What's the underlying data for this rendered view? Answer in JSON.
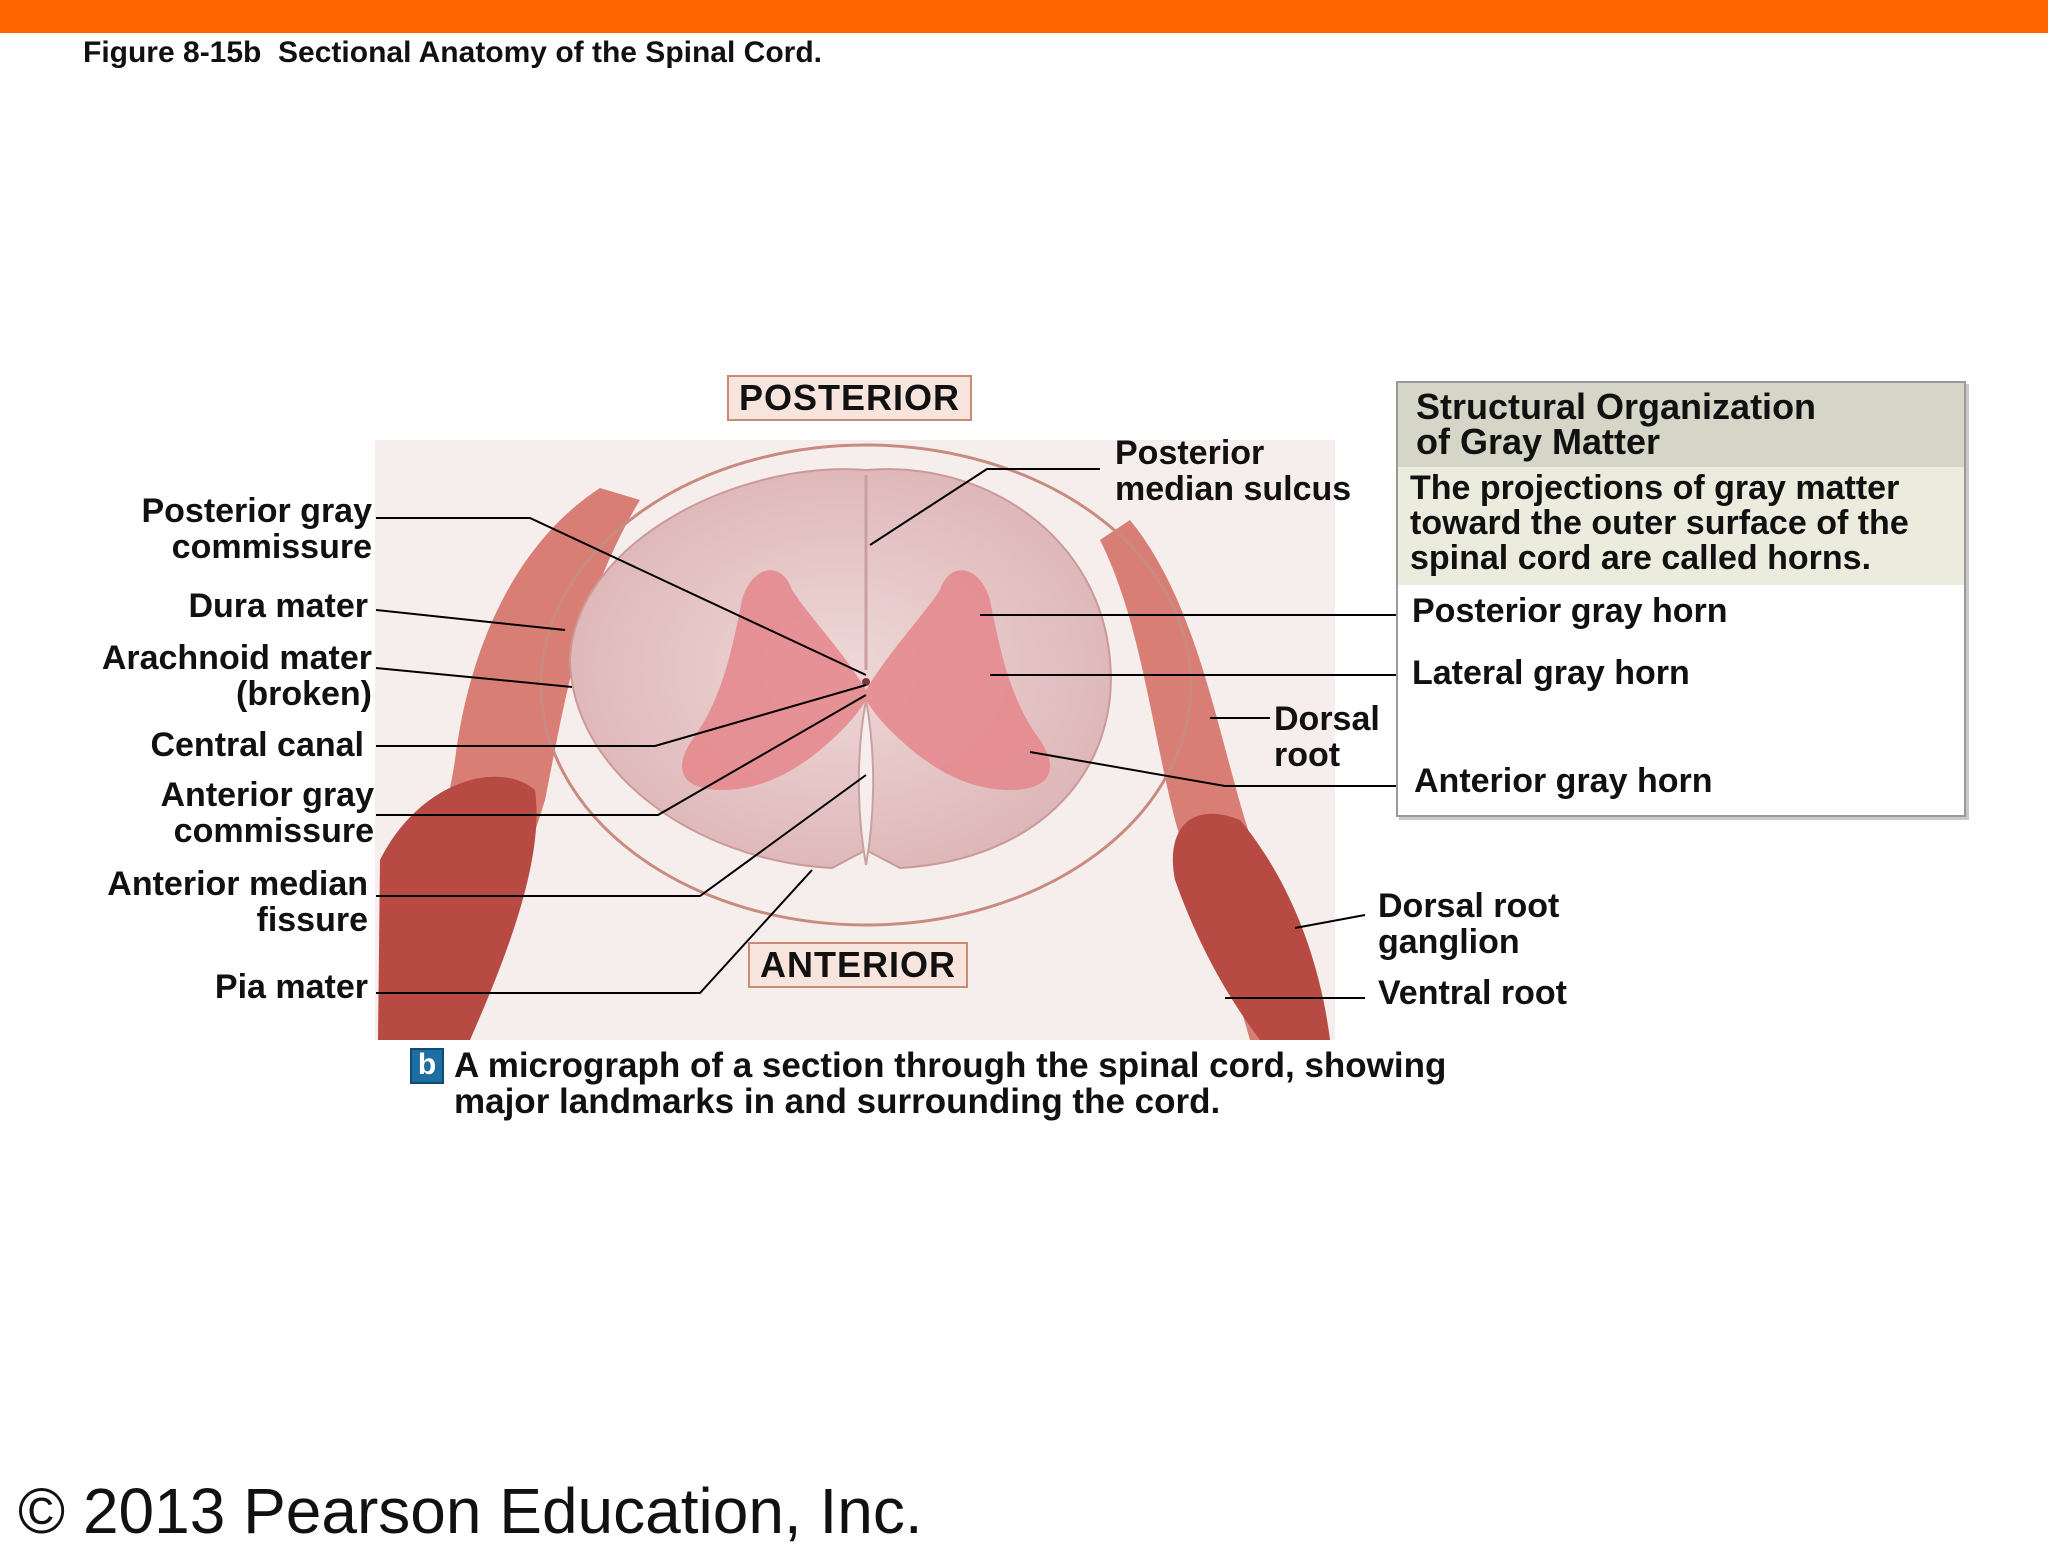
{
  "figure_title": "Figure 8-15b  Sectional Anatomy of the Spinal Cord.",
  "orientation": {
    "posterior": "POSTERIOR",
    "anterior": "ANTERIOR"
  },
  "left_labels": {
    "posterior_gray_commissure": [
      "Posterior gray",
      "commissure"
    ],
    "dura_mater": "Dura mater",
    "arachnoid_mater": [
      "Arachnoid mater",
      "(broken)"
    ],
    "central_canal": "Central canal",
    "anterior_gray_commissure": [
      "Anterior gray",
      "commissure"
    ],
    "anterior_median_fissure": [
      "Anterior median",
      "fissure"
    ],
    "pia_mater": "Pia mater"
  },
  "right_labels": {
    "posterior_median_sulcus": [
      "Posterior",
      "median sulcus"
    ],
    "dorsal_root": [
      "Dorsal",
      "root"
    ],
    "dorsal_root_ganglion": [
      "Dorsal root",
      "ganglion"
    ],
    "ventral_root": "Ventral root"
  },
  "panel": {
    "title": [
      "Structural Organization",
      "of Gray Matter"
    ],
    "description": [
      "The projections of gray matter",
      "toward the outer surface of the",
      "spinal cord are called horns."
    ],
    "posterior_gray_horn": "Posterior gray horn",
    "lateral_gray_horn": "Lateral gray horn",
    "anterior_gray_horn": "Anterior gray horn"
  },
  "caption": {
    "icon_letter": "b",
    "text": [
      "A micrograph of a section through the spinal cord, showing",
      "major landmarks in and surrounding the cord."
    ]
  },
  "copyright": "© 2013 Pearson Education, Inc.",
  "colors": {
    "top_bar": "#ff6600",
    "white_matter": "#e8cccc",
    "gray_matter": "#e48a8e",
    "tissue": "#c9574d"
  }
}
